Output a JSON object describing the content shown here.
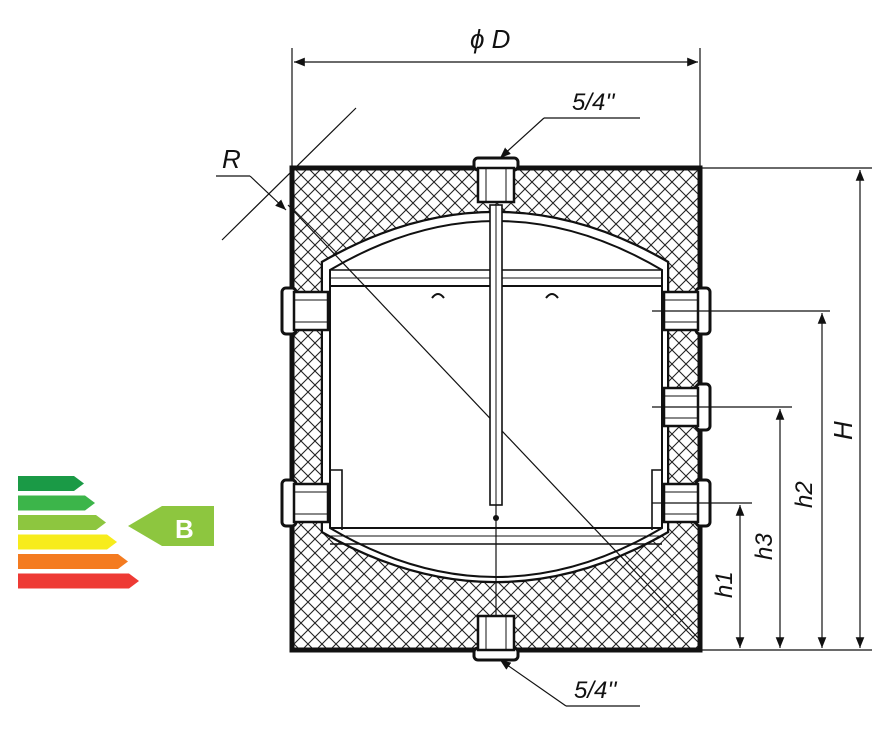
{
  "diagram": {
    "dimensions": {
      "diameter": "ϕ D",
      "radius": "R",
      "height": "H",
      "h1": "h1",
      "h2": "h2",
      "h3": "h3",
      "top_connection": "5/4''",
      "bottom_connection": "5/4''"
    },
    "energy_label": {
      "class": "B",
      "colors": [
        "#1a9a46",
        "#3cb54a",
        "#8dc63f",
        "#f7ec1c",
        "#f47b20",
        "#ee3a34"
      ],
      "badge_color": "#8dc63f"
    }
  }
}
